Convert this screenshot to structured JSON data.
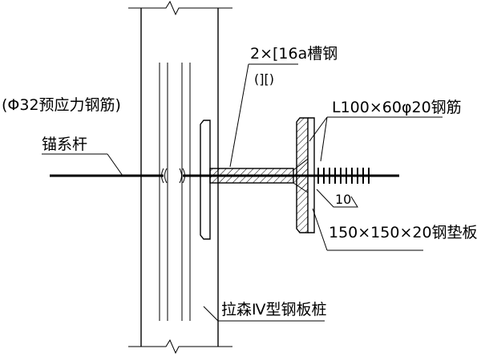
{
  "labels": {
    "anchor_rod_spec": "(Φ32预应力钢筋)",
    "anchor_rod": "锚系杆",
    "channel_spec": "2×[16a槽钢",
    "channel_section": "(][)",
    "angle_spec": "L100×60φ20钢筋",
    "weld_size": "10",
    "plate_spec": "150×150×20钢垫板",
    "sheet_pile": "拉森Ⅳ型钢板桩"
  }
}
